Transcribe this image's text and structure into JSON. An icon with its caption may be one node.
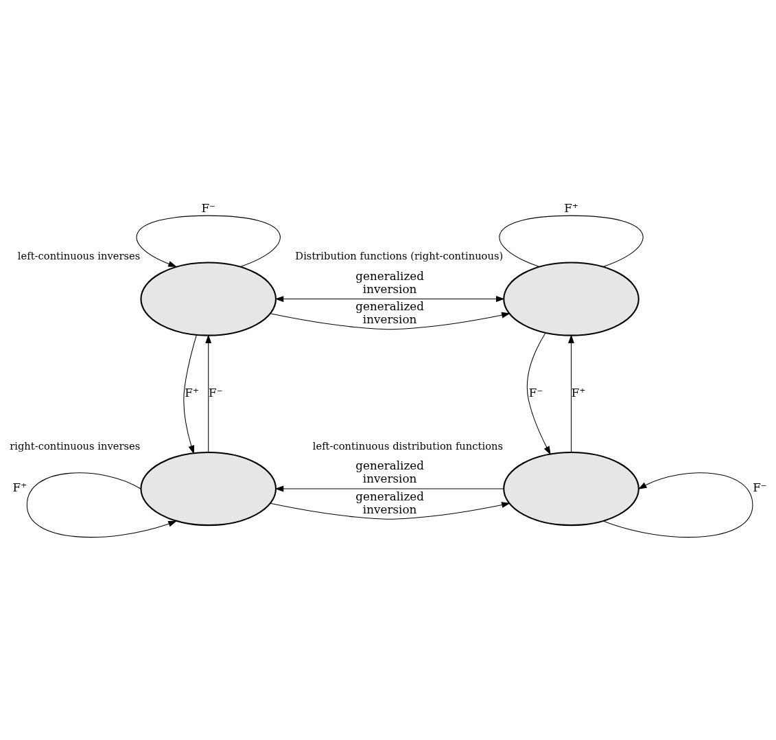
{
  "diagram": {
    "nodes": [
      {
        "text": [],
        "shape": "ellipse",
        "beside": [
          "left-continuous inverses"
        ]
      },
      {
        "text": [],
        "shape": "ellipse",
        "beside": [
          "Distribution functions (right-continuous)"
        ]
      },
      {
        "text": [],
        "shape": "ellipse",
        "beside": [
          "right-continuous inverses"
        ]
      },
      {
        "text": [],
        "shape": "ellipse",
        "beside": [
          "left-continuous distribution functions"
        ]
      }
    ],
    "edges": [
      {
        "from": 0,
        "to": 0,
        "arrow": "to",
        "label": "F⁻"
      },
      {
        "from": 1,
        "to": 1,
        "arrow": "none",
        "label": "F⁺"
      },
      {
        "from": 1,
        "to": 0,
        "arrow": "both",
        "label": "generalized inversion"
      },
      {
        "from": 0,
        "to": 1,
        "arrow": "to",
        "label": "generalized inversion"
      },
      {
        "from": 2,
        "to": 0,
        "arrow": "to",
        "label": "F⁻"
      },
      {
        "from": 0,
        "to": 2,
        "arrow": "to",
        "label": "F⁺"
      },
      {
        "from": 3,
        "to": 1,
        "arrow": "to",
        "label": "F⁺"
      },
      {
        "from": 1,
        "to": 3,
        "arrow": "to",
        "label": "F⁻"
      },
      {
        "from": 3,
        "to": 2,
        "arrow": "to",
        "label": "generalized inversion"
      },
      {
        "from": 2,
        "to": 3,
        "arrow": "to",
        "label": "generalized inversion"
      },
      {
        "from": 2,
        "to": 2,
        "arrow": "to",
        "label": "F⁺"
      },
      {
        "from": 3,
        "to": 3,
        "arrow": "to",
        "label": "F⁻"
      }
    ]
  }
}
